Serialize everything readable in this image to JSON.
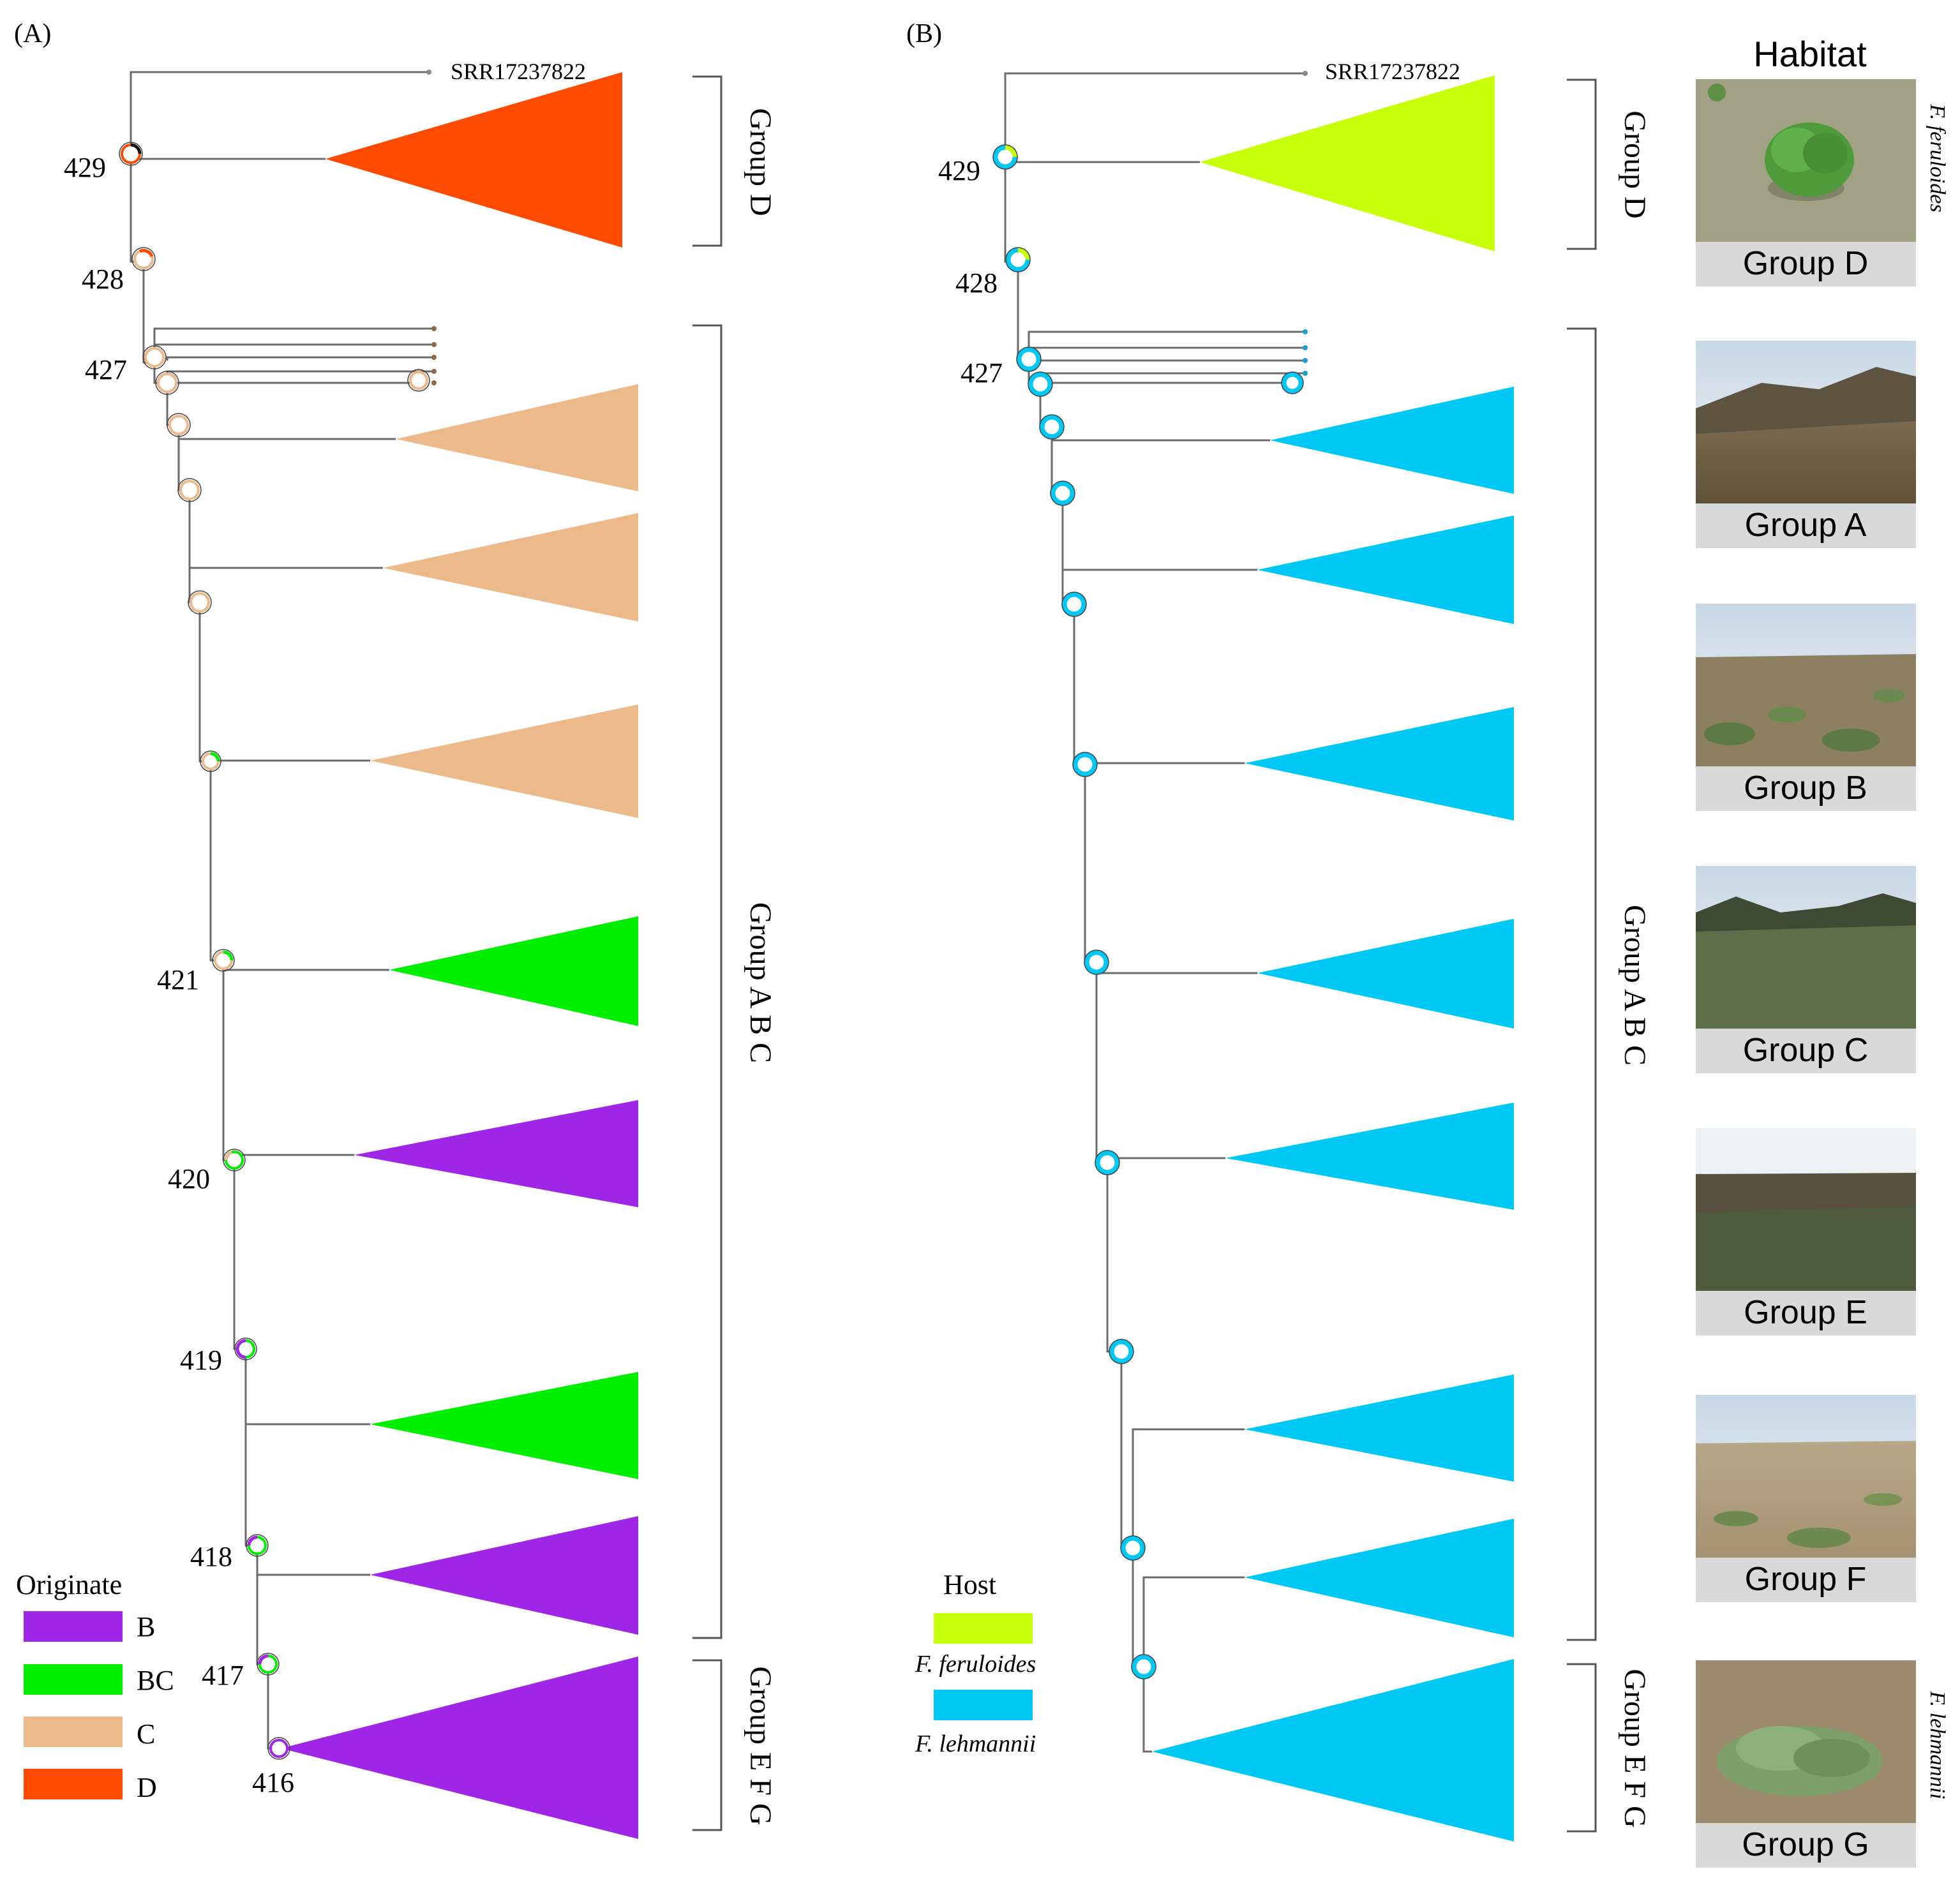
{
  "panel_a": {
    "label": "(A)",
    "outgroup": "SRR17237822",
    "node_labels": [
      "429",
      "428",
      "427",
      "421",
      "420",
      "419",
      "418",
      "417",
      "416"
    ],
    "group_labels": [
      "Group D",
      "Group A B C",
      "Group E F G"
    ],
    "legend": {
      "title": "Originate",
      "items": [
        {
          "label": "B",
          "color": "#9f26e6"
        },
        {
          "label": "BC",
          "color": "#00ee00"
        },
        {
          "label": "C",
          "color": "#ebb98a"
        },
        {
          "label": "D",
          "color": "#ff4a02"
        }
      ]
    }
  },
  "panel_b": {
    "label": "(B)",
    "outgroup": "SRR17237822",
    "node_labels": [
      "429",
      "428",
      "427"
    ],
    "group_labels": [
      "Group D",
      "Group A B C",
      "Group E F G"
    ],
    "legend": {
      "title": "Host",
      "items": [
        {
          "label": "F. feruloides",
          "color": "#c8ff0a"
        },
        {
          "label": "F. lehmannii",
          "color": "#00c8f5"
        }
      ]
    }
  },
  "habitat": {
    "title": "Habitat",
    "side_labels": [
      "F. feruloides",
      "F. lehmannii"
    ],
    "photos": [
      "Group D",
      "Group A",
      "Group B",
      "Group C",
      "Group E",
      "Group F",
      "Group G"
    ]
  }
}
